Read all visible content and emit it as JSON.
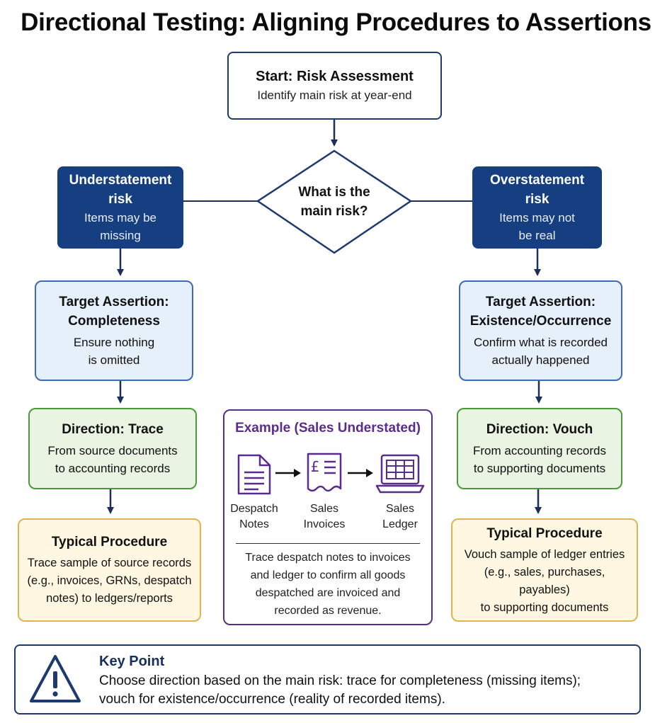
{
  "title": "Directional Testing: Aligning Procedures to Assertions",
  "start": {
    "heading": "Start: Risk Assessment",
    "text": "Identify main risk at year-end"
  },
  "decision": {
    "line1": "What is the",
    "line2": "main risk?"
  },
  "left": {
    "risk": {
      "heading1": "Understatement",
      "heading2": "risk",
      "text1": "Items may be",
      "text2": "missing"
    },
    "assertion": {
      "heading1": "Target Assertion:",
      "heading2": "Completeness",
      "text1": "Ensure nothing",
      "text2": "is omitted"
    },
    "direction": {
      "heading": "Direction: Trace",
      "text1": "From source documents",
      "text2": "to accounting records"
    },
    "procedure": {
      "heading": "Typical Procedure",
      "text1": "Trace sample of source records",
      "text2": "(e.g., invoices, GRNs, despatch",
      "text3": "notes) to ledgers/reports"
    }
  },
  "right": {
    "risk": {
      "heading1": "Overstatement",
      "heading2": "risk",
      "text1": "Items may not",
      "text2": "be real"
    },
    "assertion": {
      "heading1": "Target Assertion:",
      "heading2": "Existence/Occurrence",
      "text1": "Confirm what is recorded",
      "text2": "actually happened"
    },
    "direction": {
      "heading": "Direction: Vouch",
      "text1": "From accounting records",
      "text2": "to supporting documents"
    },
    "procedure": {
      "heading": "Typical Procedure",
      "text1": "Vouch sample of ledger entries",
      "text2": "(e.g., sales, purchases, payables)",
      "text3": "to supporting documents"
    }
  },
  "example": {
    "title": "Example (Sales Understated)",
    "items": [
      {
        "line1": "Despatch",
        "line2": "Notes",
        "icon": "document-icon"
      },
      {
        "line1": "Sales",
        "line2": "Invoices",
        "icon": "invoice-pound-icon"
      },
      {
        "line1": "Sales",
        "line2": "Ledger",
        "icon": "ledger-laptop-icon"
      }
    ],
    "text1": "Trace despatch notes to invoices",
    "text2": "and ledger to confirm all goods",
    "text3": "despatched are invoiced and",
    "text4": "recorded as revenue."
  },
  "key_point": {
    "title": "Key Point",
    "line1": "Choose direction based on the main risk: trace for completeness (missing items);",
    "line2": "vouch for existence/occurrence (reality of recorded items).",
    "icon": "warning-icon"
  },
  "colors": {
    "navy": "#163f82",
    "connector": "#1d2f57",
    "blue_fill": "#e6f0fb",
    "green_fill": "#e9f4e3",
    "yellow_fill": "#fff7e1",
    "purple": "#5b2d8a"
  }
}
